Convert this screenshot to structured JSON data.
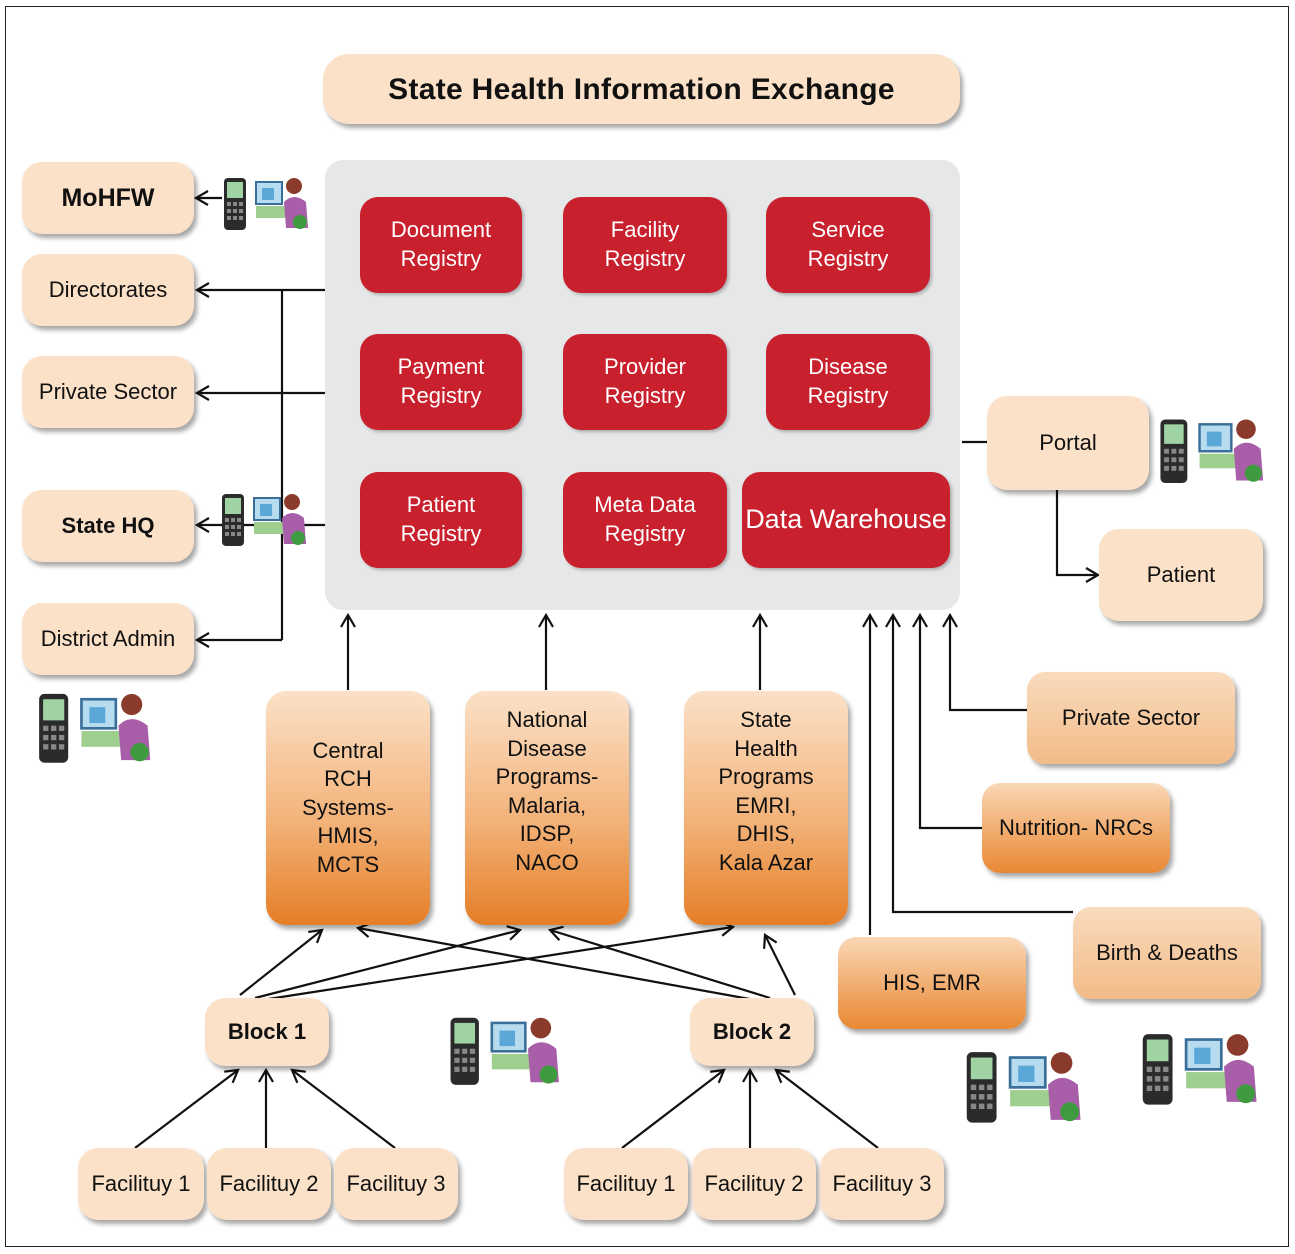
{
  "title": "State Health Information Exchange",
  "registries": {
    "document": "Document\nRegistry",
    "facility": "Facility\nRegistry",
    "service": "Service\nRegistry",
    "payment": "Payment\nRegistry",
    "provider": "Provider\nRegistry",
    "disease": "Disease\nRegistry",
    "patient": "Patient\nRegistry",
    "metadata": "Meta Data\nRegistry",
    "warehouse": "Data Warehouse"
  },
  "left": {
    "mohfw": "MoHFW",
    "directorates": "Directorates",
    "private_sector": "Private Sector",
    "state_hq": "State HQ",
    "district_admin": "District Admin"
  },
  "right": {
    "portal": "Portal",
    "patient": "Patient",
    "private_sector": "Private Sector",
    "nutrition": "Nutrition- NRCs",
    "birth_deaths": "Birth & Deaths",
    "his_emr": "HIS, EMR"
  },
  "programs": {
    "central": "Central\nRCH\nSystems-\nHMIS,\nMCTS",
    "national": "National\nDisease\nPrograms-\nMalaria,\nIDSP,\nNACO",
    "state": "State\nHealth\nPrograms\nEMRI,\nDHIS,\nKala Azar"
  },
  "blocks": {
    "block1": "Block 1",
    "block2": "Block 2"
  },
  "facilities": {
    "b1": [
      "Facilituy 1",
      "Facilituy 2",
      "Facilituy 3"
    ],
    "b2": [
      "Facilituy 1",
      "Facilituy 2",
      "Facilituy 3"
    ]
  },
  "icons": [
    "mobile-phone-icon",
    "computer-user-icon"
  ]
}
